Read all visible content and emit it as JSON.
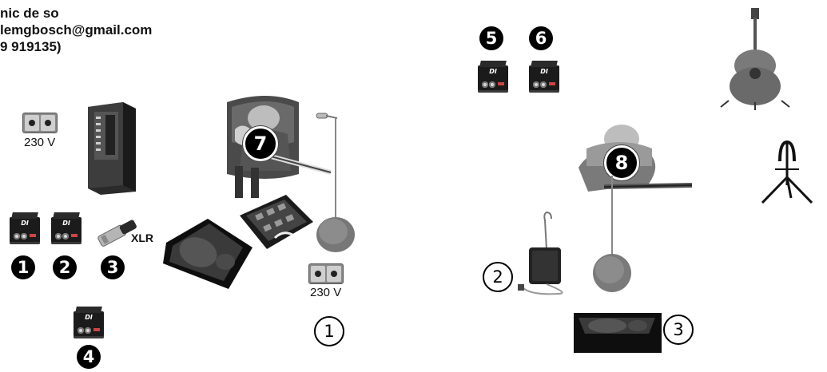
{
  "contact": {
    "line1": "nic de so",
    "line2": "lemgbosch@gmail.com",
    "line3": "9 919135)"
  },
  "labels": {
    "voltage_left": "230 V",
    "voltage_right": "230 V",
    "xlr": "XLR",
    "di_text": "DI"
  },
  "markers": {
    "filled": [
      "1",
      "2",
      "3",
      "4",
      "5",
      "6",
      "7",
      "8"
    ],
    "outlined": [
      "1",
      "2",
      "3"
    ]
  }
}
